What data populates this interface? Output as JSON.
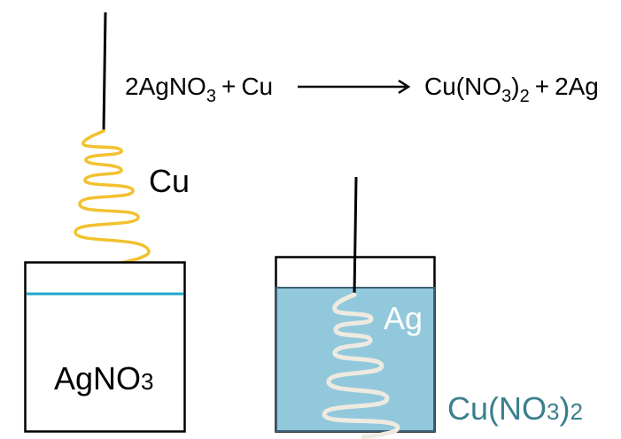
{
  "equation": {
    "reactant_1": {
      "coef": "2",
      "main": "AgNO",
      "sub": "3"
    },
    "plus_1": "+",
    "reactant_2": "Cu",
    "product_1": {
      "a": "Cu(NO",
      "sub1": "3",
      "b": ")",
      "sub2": "2"
    },
    "plus_2": "+",
    "product_2": "2Ag"
  },
  "beaker_1": {
    "solution_label": {
      "main": "AgNO",
      "sub": "3"
    },
    "coil_label": "Cu",
    "coil_color": "#f2c12e",
    "solution_line_color": "#22a8cc"
  },
  "beaker_2": {
    "solution_label": {
      "main": "Cu(NO",
      "sub1": "3",
      "b": ")",
      "sub2": "2"
    },
    "coil_label": "Ag",
    "coil_color": "#eeeae0",
    "solution_color": "#92c8db",
    "solution_label_color": "#3a7f8c",
    "coil_label_color": "#ffffff"
  }
}
